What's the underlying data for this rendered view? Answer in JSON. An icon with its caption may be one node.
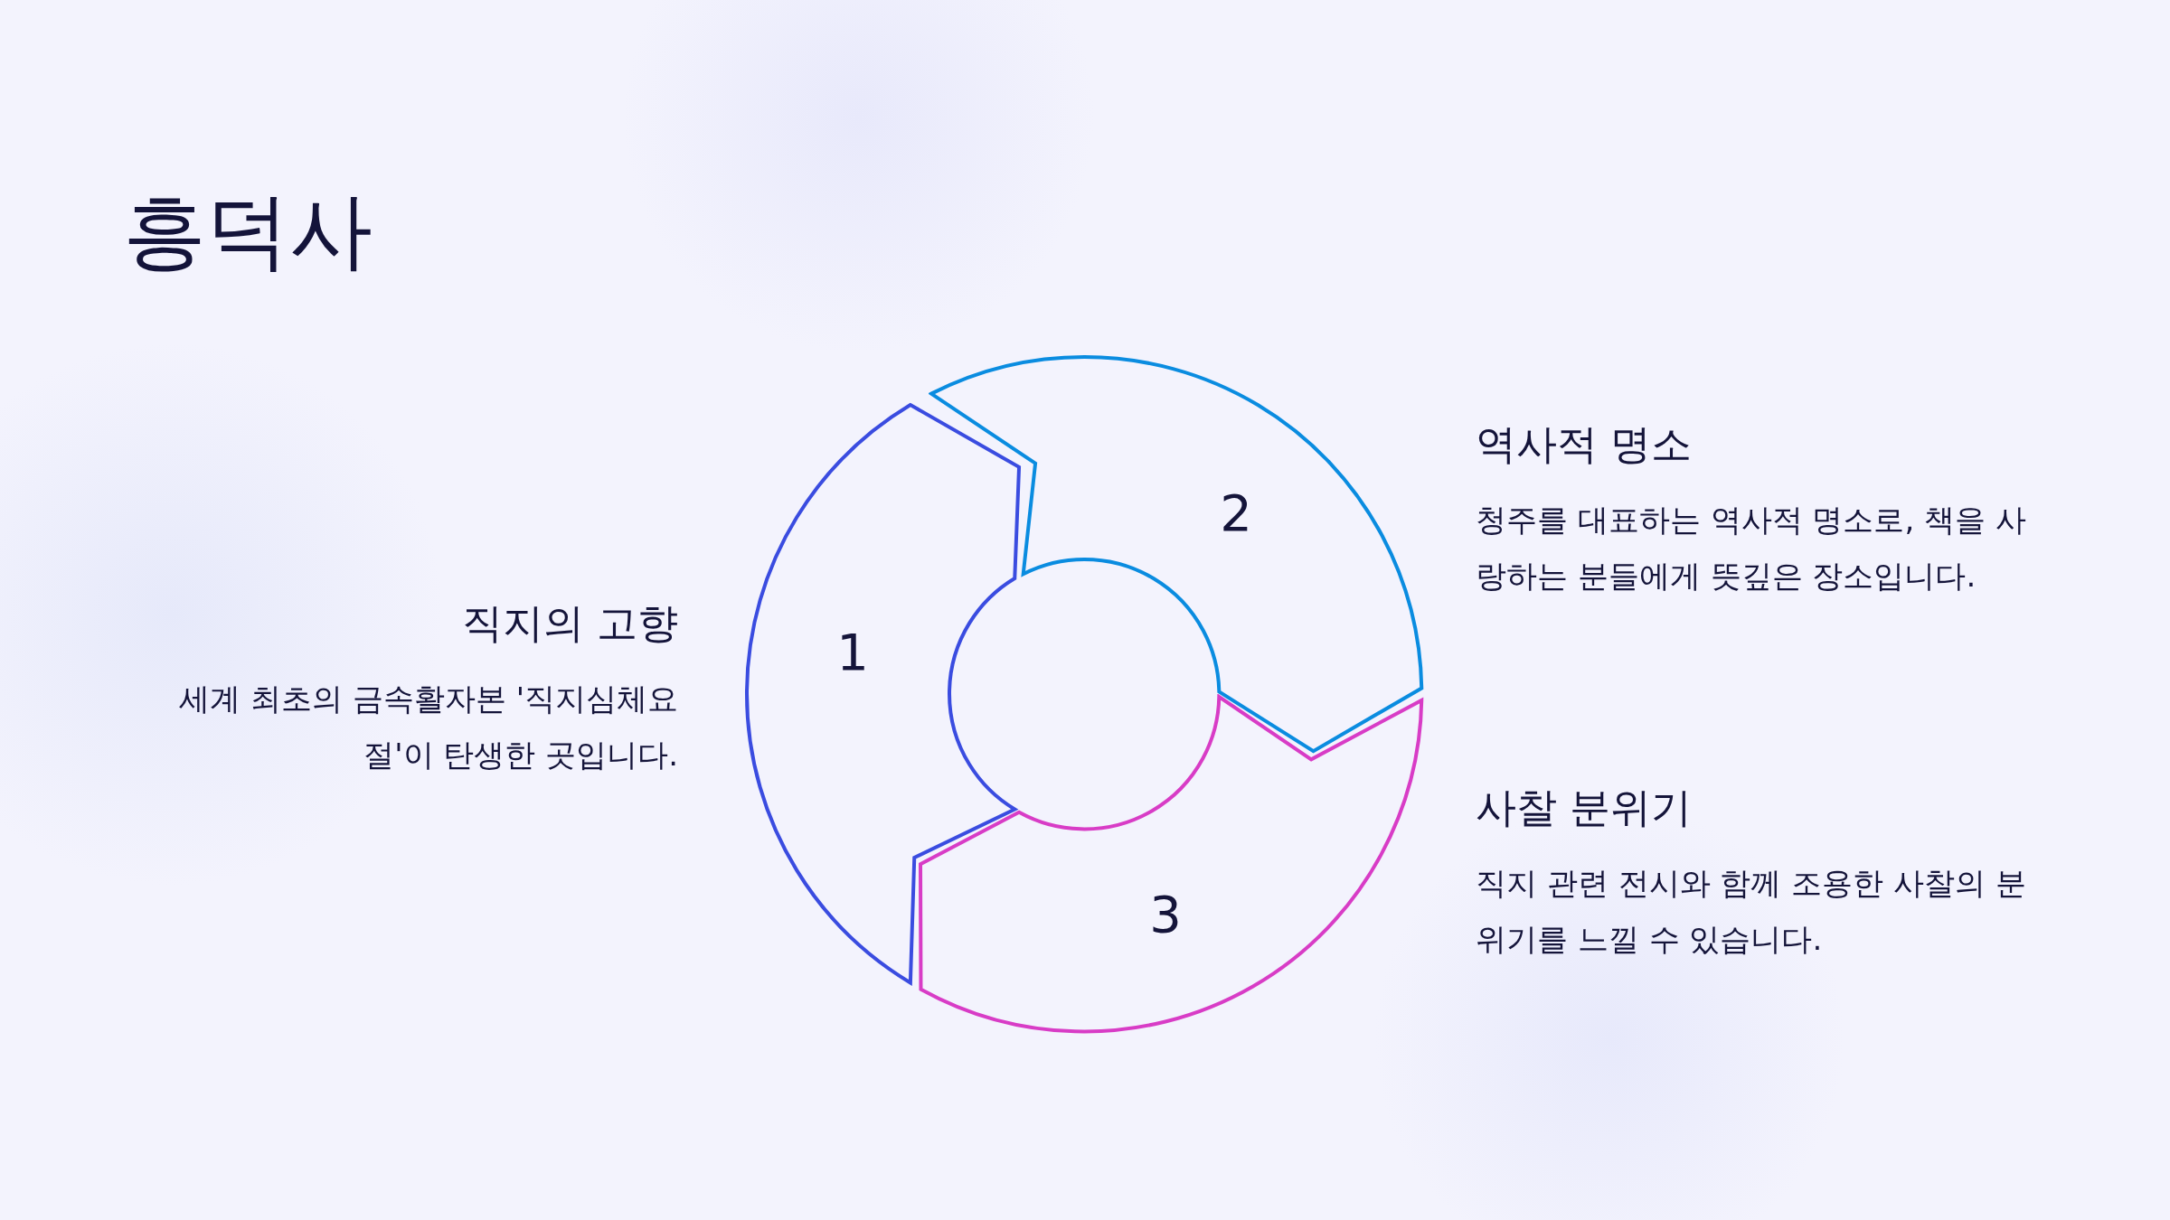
{
  "diagram": {
    "title": "흥덕사",
    "nodes": [
      {
        "text": [
          "1"
        ],
        "beside": [
          "직지의 고향",
          "세계 최초의 금속활자본 '직지심체요절'이 탄생한 곳입니다."
        ]
      },
      {
        "text": [
          "2"
        ],
        "beside": [
          "역사적 명소",
          "청주를 대표하는 역사적 명소로, 책을 사랑하는 분들에게 뜻깊은 장소입니다."
        ]
      },
      {
        "text": [
          "3"
        ],
        "beside": [
          "사찰 분위기",
          "직지 관련 전시와 함께 조용한 사찰의 분위기를 느낄 수 있습니다."
        ]
      }
    ]
  }
}
